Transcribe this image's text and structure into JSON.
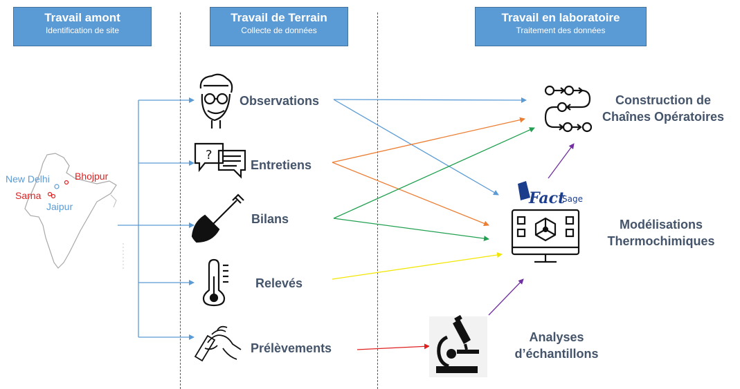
{
  "headers": [
    {
      "title": "Travail amont",
      "subtitle": "Identification de site"
    },
    {
      "title": "Travail de Terrain",
      "subtitle": "Collecte de données"
    },
    {
      "title": "Travail en laboratoire",
      "subtitle": "Traitement des données"
    }
  ],
  "map": {
    "cities": [
      "New Delhi",
      "Bhojpur",
      "Sarna",
      "Jaipur"
    ]
  },
  "field_methods": [
    "Observations",
    "Entretiens",
    "Bilans",
    "Relevés",
    "Prélèvements"
  ],
  "lab_outputs": {
    "construction_line1": "Construction de",
    "construction_line2": "Chaînes Opératoires",
    "modelisation_line1": "Modélisations",
    "modelisation_line2": "Thermochimiques",
    "analyses_line1": "Analyses",
    "analyses_line2": "d’échantillons",
    "factsage_fact": "Fact",
    "factsage_sage": "Sage"
  },
  "icons": [
    "person-glasses-icon",
    "chat-bubbles-icon",
    "shovel-icon",
    "thermometer-icon",
    "hand-sample-icon",
    "flow-chart-icon",
    "monitor-molecule-icon",
    "microscope-icon"
  ],
  "colors": {
    "header_fill": "#5b9bd5",
    "text": "#44546a",
    "city_blue": "#5b9bd5",
    "city_red": "#e02020",
    "arrow_blue": "#5b9bd5",
    "arrow_orange": "#ed7d31",
    "arrow_green": "#20a050",
    "arrow_yellow": "#f2e600",
    "arrow_red": "#e02020",
    "arrow_purple": "#7030a0"
  }
}
